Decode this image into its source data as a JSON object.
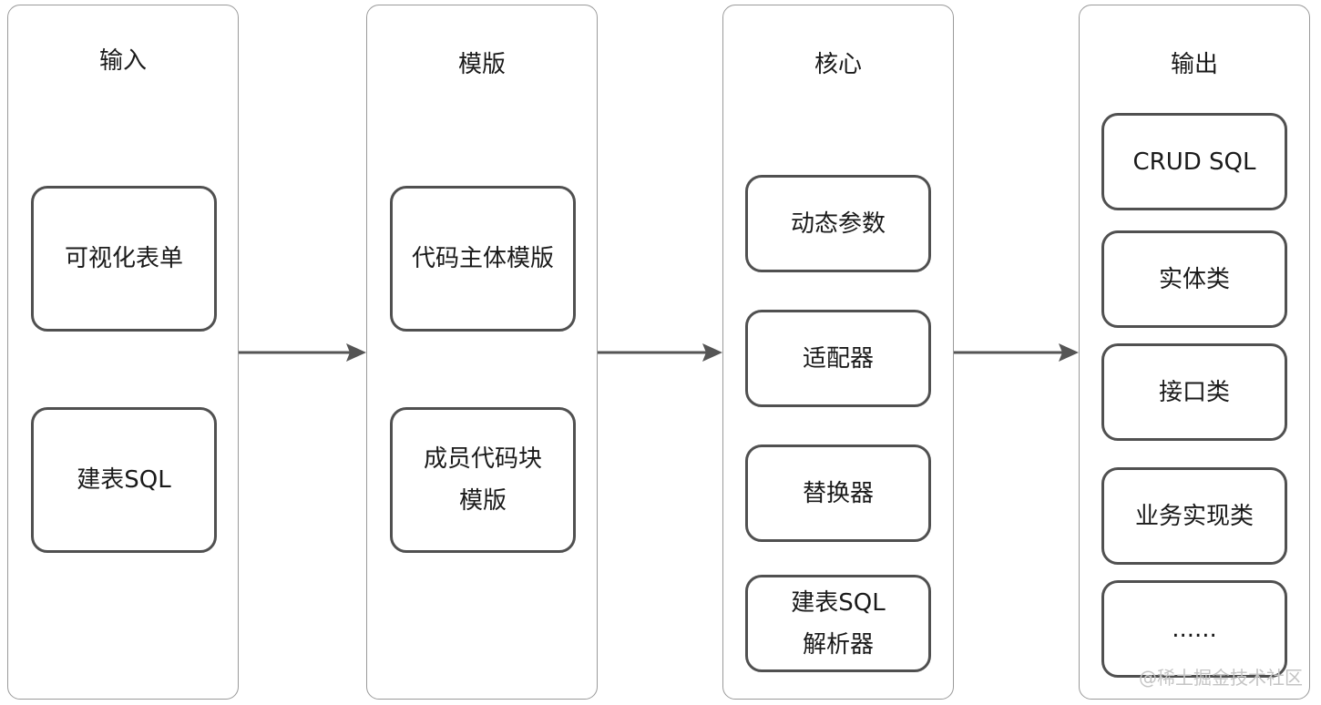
{
  "columns": [
    {
      "title": "输入",
      "nodes": [
        {
          "lines": [
            "可视化表单"
          ]
        },
        {
          "lines": [
            "建表SQL"
          ]
        }
      ]
    },
    {
      "title": "模版",
      "nodes": [
        {
          "lines": [
            "代码主体模版"
          ]
        },
        {
          "lines": [
            "成员代码块",
            "模版"
          ]
        }
      ]
    },
    {
      "title": "核心",
      "nodes": [
        {
          "lines": [
            "动态参数"
          ]
        },
        {
          "lines": [
            "适配器"
          ]
        },
        {
          "lines": [
            "替换器"
          ]
        },
        {
          "lines": [
            "建表SQL",
            "解析器"
          ]
        }
      ]
    },
    {
      "title": "输出",
      "nodes": [
        {
          "lines": [
            "CRUD SQL"
          ]
        },
        {
          "lines": [
            "实体类"
          ]
        },
        {
          "lines": [
            "接口类"
          ]
        },
        {
          "lines": [
            "业务实现类"
          ]
        },
        {
          "lines": [
            "......"
          ]
        }
      ]
    }
  ],
  "watermark": "@稀土掘金技术社区",
  "colors": {
    "node_border": "#505050",
    "column_border": "#9a9a9a",
    "arrow": "#555555"
  }
}
